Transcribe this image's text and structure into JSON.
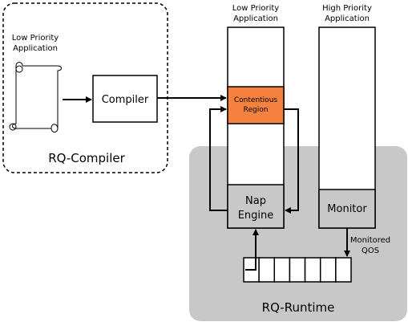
{
  "compiler_group": {
    "input_label_line1": "Low Priority",
    "input_label_line2": "Application",
    "input_icon": "scroll-icon",
    "compiler_label": "Compiler",
    "group_label": "RQ-Compiler"
  },
  "low_priority_app": {
    "label_line1": "Low Priority",
    "label_line2": "Application",
    "region_line1": "Contentious",
    "region_line2": "Region",
    "engine_line1": "Nap",
    "engine_line2": "Engine"
  },
  "high_priority_app": {
    "label_line1": "High Priority",
    "label_line2": "Application",
    "monitor_label": "Monitor"
  },
  "runtime": {
    "group_label": "RQ-Runtime",
    "qos_line1": "Monitored",
    "qos_line2": "QOS",
    "queue_cells": 7
  },
  "colors": {
    "runtime_bg": "#c8c8c8",
    "region_fill": "#f4813d",
    "stroke": "#000000"
  }
}
